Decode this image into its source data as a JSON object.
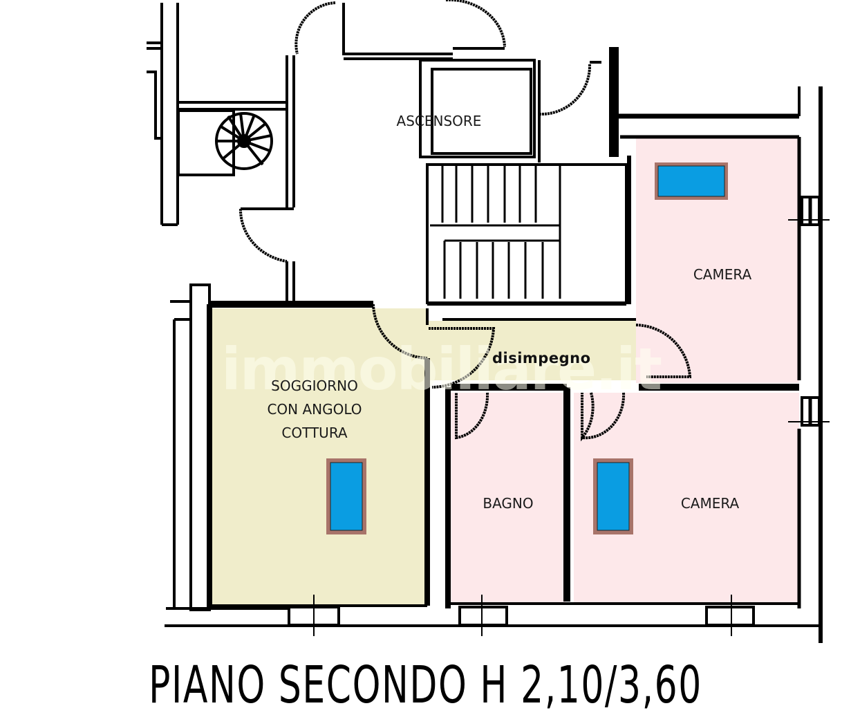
{
  "plan": {
    "title": "PIANO SECONDO H 2,10/3,60",
    "watermark": "immobiliare.it",
    "colors": {
      "living_fill": "#f0edcb",
      "bedroom_fill": "#fde8ea",
      "skylight_glass": "#0a9de2",
      "skylight_frame": "#a8746a",
      "wall": "#000000",
      "background": "#ffffff"
    },
    "rooms": [
      {
        "id": "ascensore",
        "label": "ASCENSORE"
      },
      {
        "id": "camera-1",
        "label": "CAMERA"
      },
      {
        "id": "disimpegno",
        "label": "disimpegno"
      },
      {
        "id": "soggiorno",
        "label": "SOGGIORNO\nCON ANGOLO\nCOTTURA"
      },
      {
        "id": "bagno",
        "label": "BAGNO"
      },
      {
        "id": "camera-2",
        "label": "CAMERA"
      }
    ]
  }
}
